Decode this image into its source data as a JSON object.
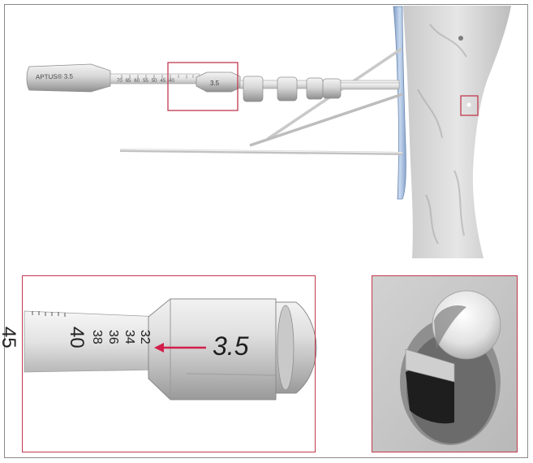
{
  "instrument": {
    "brand_label": "APTUS® 3.5",
    "sleeve_label": "3.5",
    "scale_marks": [
      "70",
      "65",
      "60",
      "55",
      "50",
      "45",
      "40"
    ]
  },
  "detail_zoom": {
    "scale_numbers": [
      "45",
      "40",
      "38",
      "36",
      "34",
      "32"
    ],
    "sleeve_label": "3.5"
  },
  "colors": {
    "highlight_box": "#c0394f",
    "arrow": "#d21e4a",
    "bone": "#d9d9d9",
    "plate_blue": "#a9c4e4"
  }
}
